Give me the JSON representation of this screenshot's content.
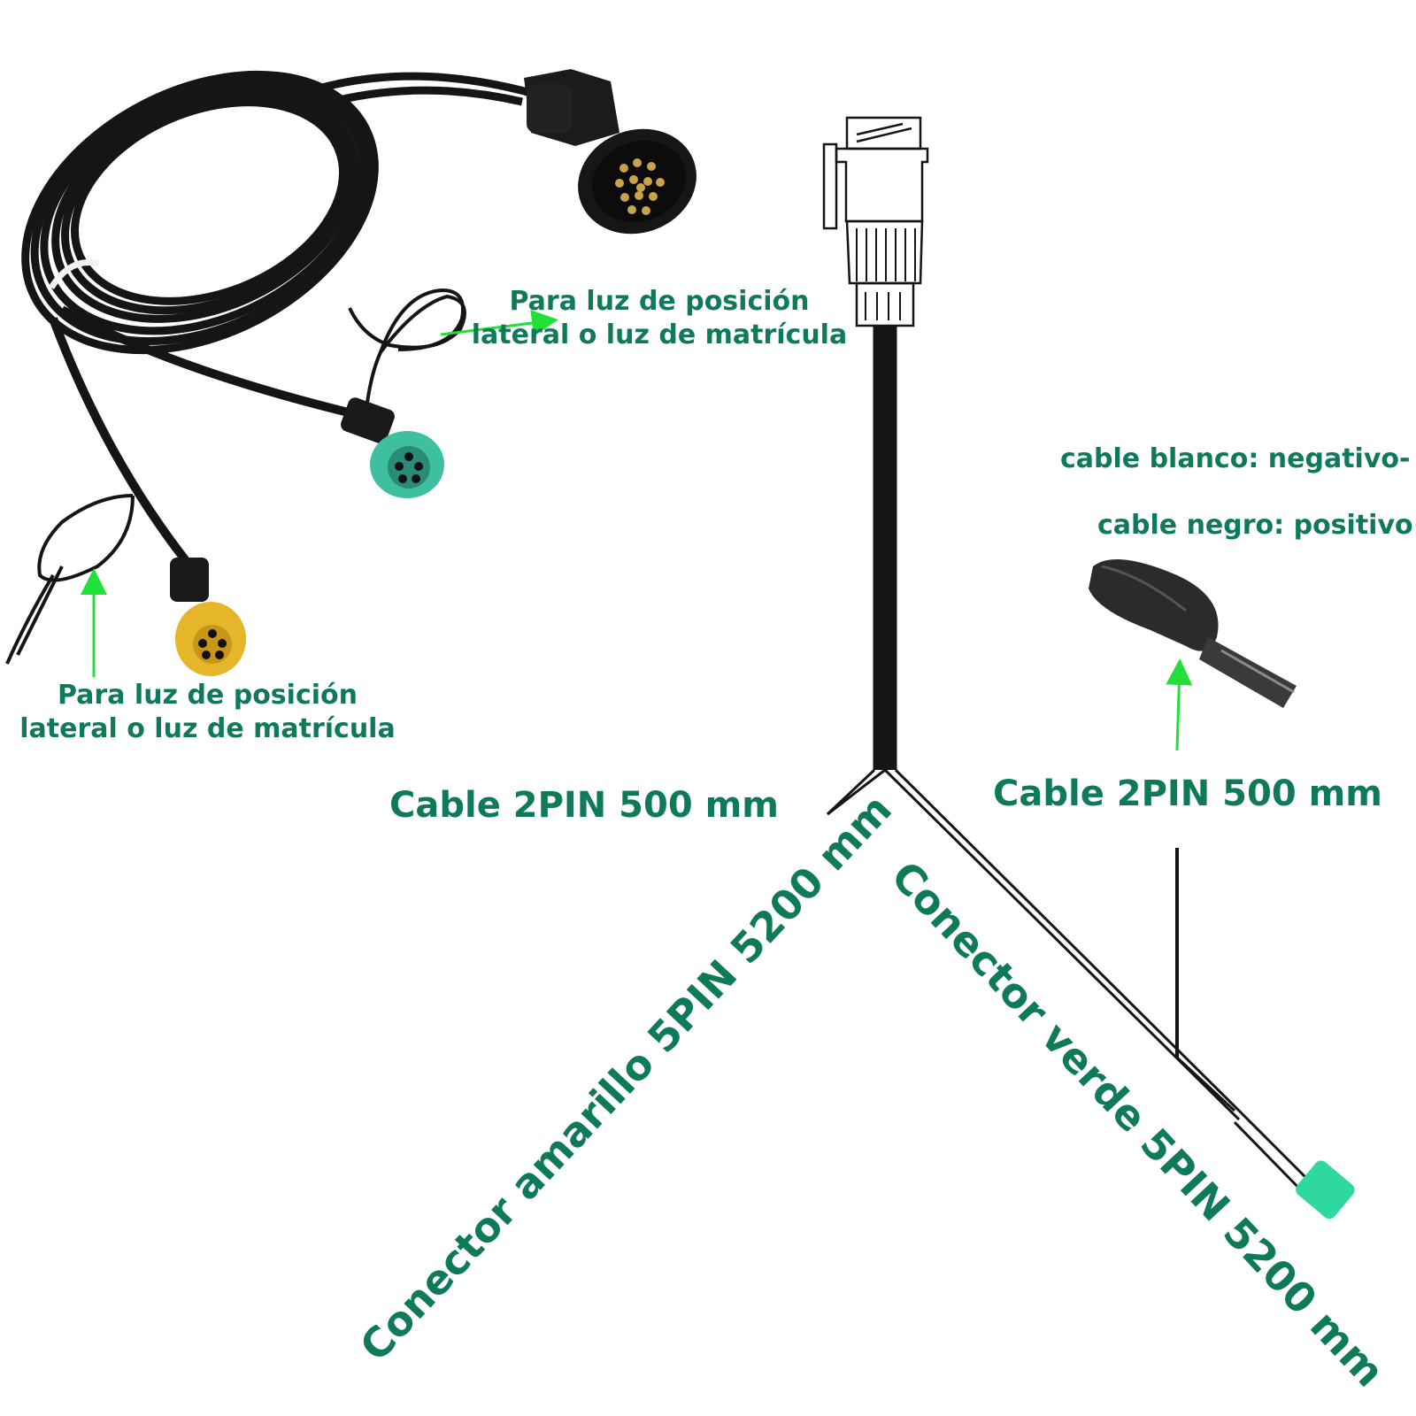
{
  "labels": {
    "top_note_line1": "Para luz de posición",
    "top_note_line2": "lateral o luz de matrícula",
    "left_note_line1": "Para luz de posición",
    "left_note_line2": "lateral o luz de matrícula",
    "white_wire": "cable blanco: negativo-",
    "black_wire": "cable negro: positivo+",
    "cable_left": "Cable 2PIN 500 mm",
    "cable_right": "Cable 2PIN 500 mm",
    "yellow_connector": "Conector amarillo 5PIN 5200 mm",
    "green_connector": "Conector verde 5PIN 5200 mm"
  },
  "colors": {
    "label_text": "#0f7a5a",
    "arrow": "#22e03a",
    "cable": "#151515",
    "yellow_connector": "#e6b62a",
    "green_connector": "#3dbfa0",
    "green_cap": "#2ed8a0"
  },
  "icons": [
    "13-pin-plug-icon",
    "green-5pin-socket-icon",
    "yellow-5pin-socket-icon",
    "flat-2-wire-cable-icon",
    "connector-plug-drawing-icon"
  ]
}
